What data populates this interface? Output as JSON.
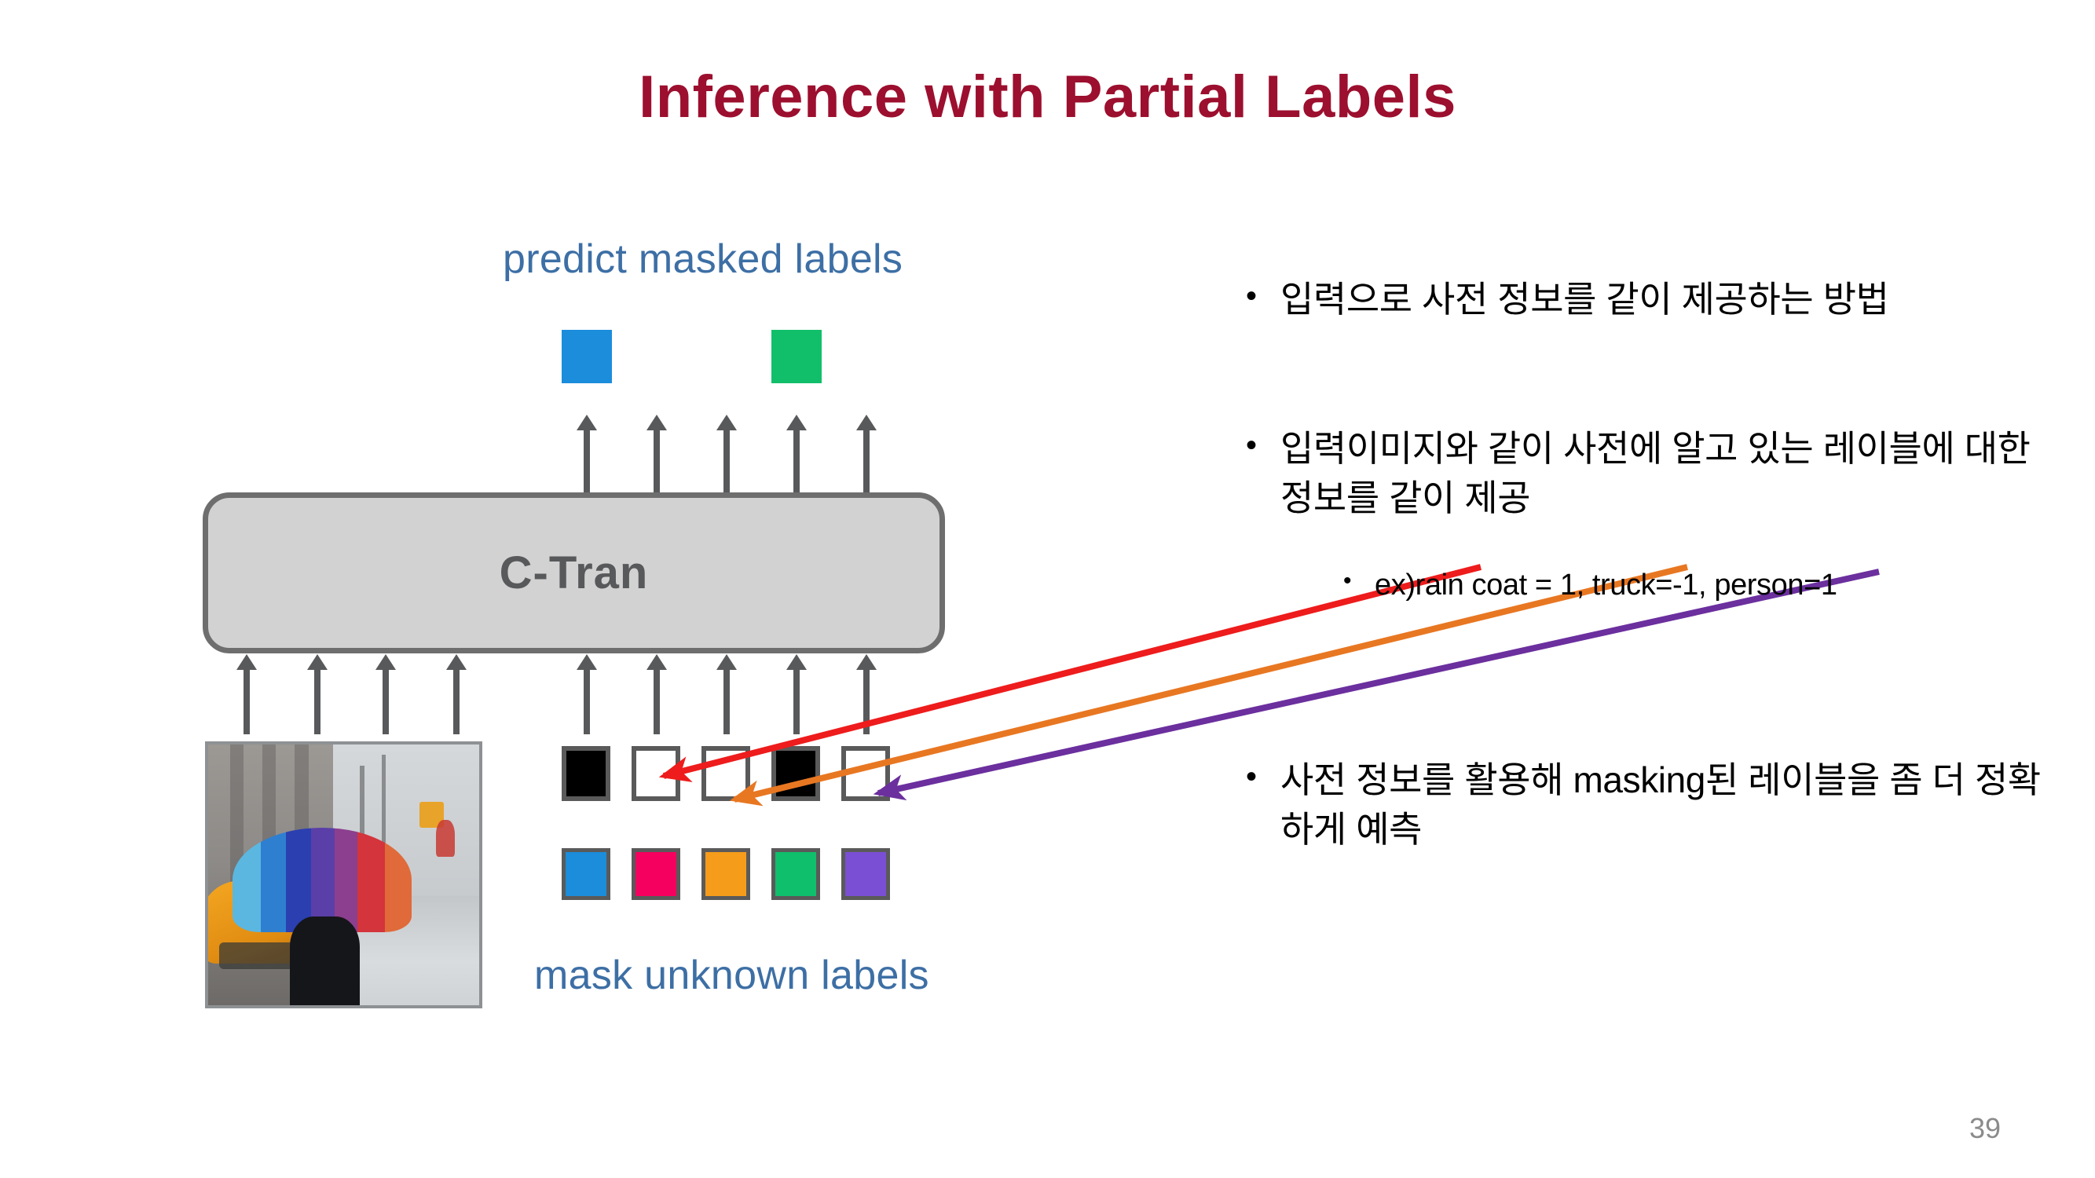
{
  "slide": {
    "title": "Inference with Partial Labels",
    "title_color": "#9C0F2E",
    "page_number": "39",
    "background": "#ffffff"
  },
  "figure": {
    "caption_top": "predict masked labels",
    "caption_bottom": "mask unknown labels",
    "caption_color": "#3d6fa5",
    "model_block_label": "C-Tran",
    "model_block_fill": "#d2d2d2",
    "model_block_border": "#6e6e6e",
    "predicted_chips": [
      {
        "name": "predicted-label-blue",
        "color": "#1b8ddb"
      },
      {
        "name": "predicted-label-green",
        "color": "#11bf6b"
      }
    ],
    "mask_state_boxes": [
      {
        "name": "label-state-1",
        "state": "known",
        "fill": "#000000"
      },
      {
        "name": "label-state-2",
        "state": "unknown",
        "fill": "#ffffff"
      },
      {
        "name": "label-state-3",
        "state": "unknown",
        "fill": "#ffffff"
      },
      {
        "name": "label-state-4",
        "state": "known",
        "fill": "#000000"
      },
      {
        "name": "label-state-5",
        "state": "unknown",
        "fill": "#ffffff"
      }
    ],
    "class_color_boxes": [
      {
        "name": "class-embedding-1",
        "fill": "#1b8ddb"
      },
      {
        "name": "class-embedding-2",
        "fill": "#f5005e"
      },
      {
        "name": "class-embedding-3",
        "fill": "#f59c1a"
      },
      {
        "name": "class-embedding-4",
        "fill": "#0fbf6b"
      },
      {
        "name": "class-embedding-5",
        "fill": "#7b4fd4"
      }
    ],
    "input_image_alt": "rainy street photo with rainbow umbrella and yellow taxi",
    "arrow_color": "#58595b"
  },
  "annotations": [
    {
      "name": "annotation-arrow-red",
      "color": "#ee1c1c"
    },
    {
      "name": "annotation-arrow-orange",
      "color": "#e87722"
    },
    {
      "name": "annotation-arrow-purple",
      "color": "#6b2f9e"
    }
  ],
  "bullets": {
    "b1": "입력으로 사전 정보를 같이 제공하는 방법",
    "b2": "입력이미지와 같이 사전에 알고 있는 레이블에 대한 정보를 같이 제공",
    "b2a": "ex)rain coat = 1, truck=-1, person=1",
    "b3": "사전 정보를 활용해 masking된 레이블을 좀 더 정확하게 예측",
    "marker": "•"
  }
}
